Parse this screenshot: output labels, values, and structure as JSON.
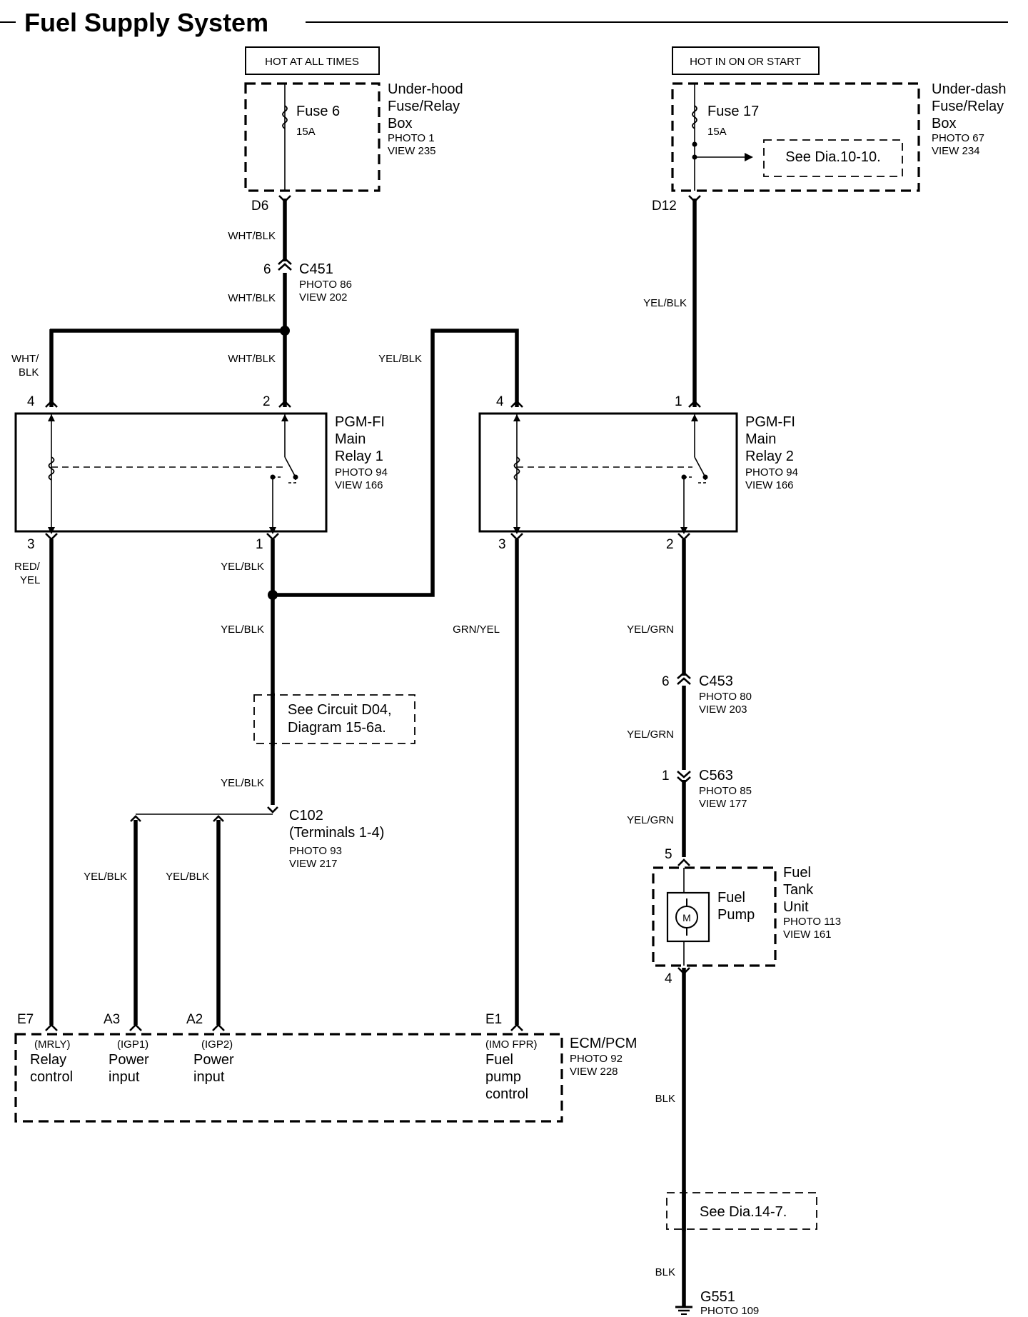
{
  "diagram": {
    "title": "Fuel Supply System",
    "power_labels": {
      "hot_at_all_times": "HOT AT ALL TIMES",
      "hot_in_on_or_start": "HOT IN ON OR START"
    },
    "underhood_box": {
      "name_line1": "Under-hood",
      "name_line2": "Fuse/Relay",
      "name_line3": "Box",
      "photo": "PHOTO 1",
      "view": "VIEW 235",
      "fuse_name": "Fuse 6",
      "fuse_rating": "15A",
      "terminal": "D6"
    },
    "underdash_box": {
      "name_line1": "Under-dash",
      "name_line2": "Fuse/Relay",
      "name_line3": "Box",
      "photo": "PHOTO 67",
      "view": "VIEW 234",
      "fuse_name": "Fuse 17",
      "fuse_rating": "15A",
      "terminal": "D12",
      "reference": "See Dia.10-10."
    },
    "connectors": {
      "c451": {
        "pin": "6",
        "name": "C451",
        "photo": "PHOTO 86",
        "view": "VIEW 202"
      },
      "c453": {
        "pin": "6",
        "name": "C453",
        "photo": "PHOTO 80",
        "view": "VIEW 203"
      },
      "c563": {
        "pin": "1",
        "name": "C563",
        "photo": "PHOTO 85",
        "view": "VIEW 177"
      },
      "c102": {
        "name": "C102",
        "terminals": "(Terminals 1-4)",
        "photo": "PHOTO 93",
        "view": "VIEW 217"
      }
    },
    "relay1": {
      "line1": "PGM-FI",
      "line2": "Main",
      "line3": "Relay 1",
      "photo": "PHOTO 94",
      "view": "VIEW 166",
      "pins": {
        "p4": "4",
        "p2": "2",
        "p3": "3",
        "p1": "1"
      }
    },
    "relay2": {
      "line1": "PGM-FI",
      "line2": "Main",
      "line3": "Relay 2",
      "photo": "PHOTO 94",
      "view": "VIEW 166",
      "pins": {
        "p4": "4",
        "p1": "1",
        "p3": "3",
        "p2": "2"
      }
    },
    "wire_colors": {
      "w1": "WHT/BLK",
      "w2": "WHT/BLK",
      "w3": "WHT/BLK",
      "w4a": "WHT/",
      "w4b": "BLK",
      "w5": "YEL/BLK",
      "w6": "YEL/BLK",
      "w7a": "RED/",
      "w7b": "YEL",
      "w8": "YEL/BLK",
      "w9": "YEL/BLK",
      "w10": "YEL/BLK",
      "w11": "GRN/YEL",
      "w12": "YEL/GRN",
      "w13": "YEL/GRN",
      "w14": "YEL/GRN",
      "w15": "YEL/BLK",
      "w16": "YEL/BLK",
      "w17": "BLK",
      "w18": "BLK"
    },
    "circuit_ref": {
      "line1": "See Circuit D04,",
      "line2": "Diagram 15-6a."
    },
    "fuel_tank_unit": {
      "line1": "Fuel",
      "line2": "Tank",
      "line3": "Unit",
      "photo": "PHOTO 113",
      "view": "VIEW 161",
      "pump_line1": "Fuel",
      "pump_line2": "Pump",
      "motor": "M",
      "pin_top": "5",
      "pin_bottom": "4"
    },
    "ecm": {
      "name": "ECM/PCM",
      "photo": "PHOTO 92",
      "view": "VIEW 228",
      "terminals": [
        {
          "pin": "E7",
          "signal": "(MRLY)",
          "line1": "Relay",
          "line2": "control",
          "line3": ""
        },
        {
          "pin": "A3",
          "signal": "(IGP1)",
          "line1": "Power",
          "line2": "input",
          "line3": ""
        },
        {
          "pin": "A2",
          "signal": "(IGP2)",
          "line1": "Power",
          "line2": "input",
          "line3": ""
        },
        {
          "pin": "E1",
          "signal": "(IMO FPR)",
          "line1": "Fuel",
          "line2": "pump",
          "line3": "control"
        }
      ]
    },
    "ground_ref": "See Dia.14-7.",
    "ground": {
      "name": "G551",
      "photo": "PHOTO 109"
    }
  }
}
